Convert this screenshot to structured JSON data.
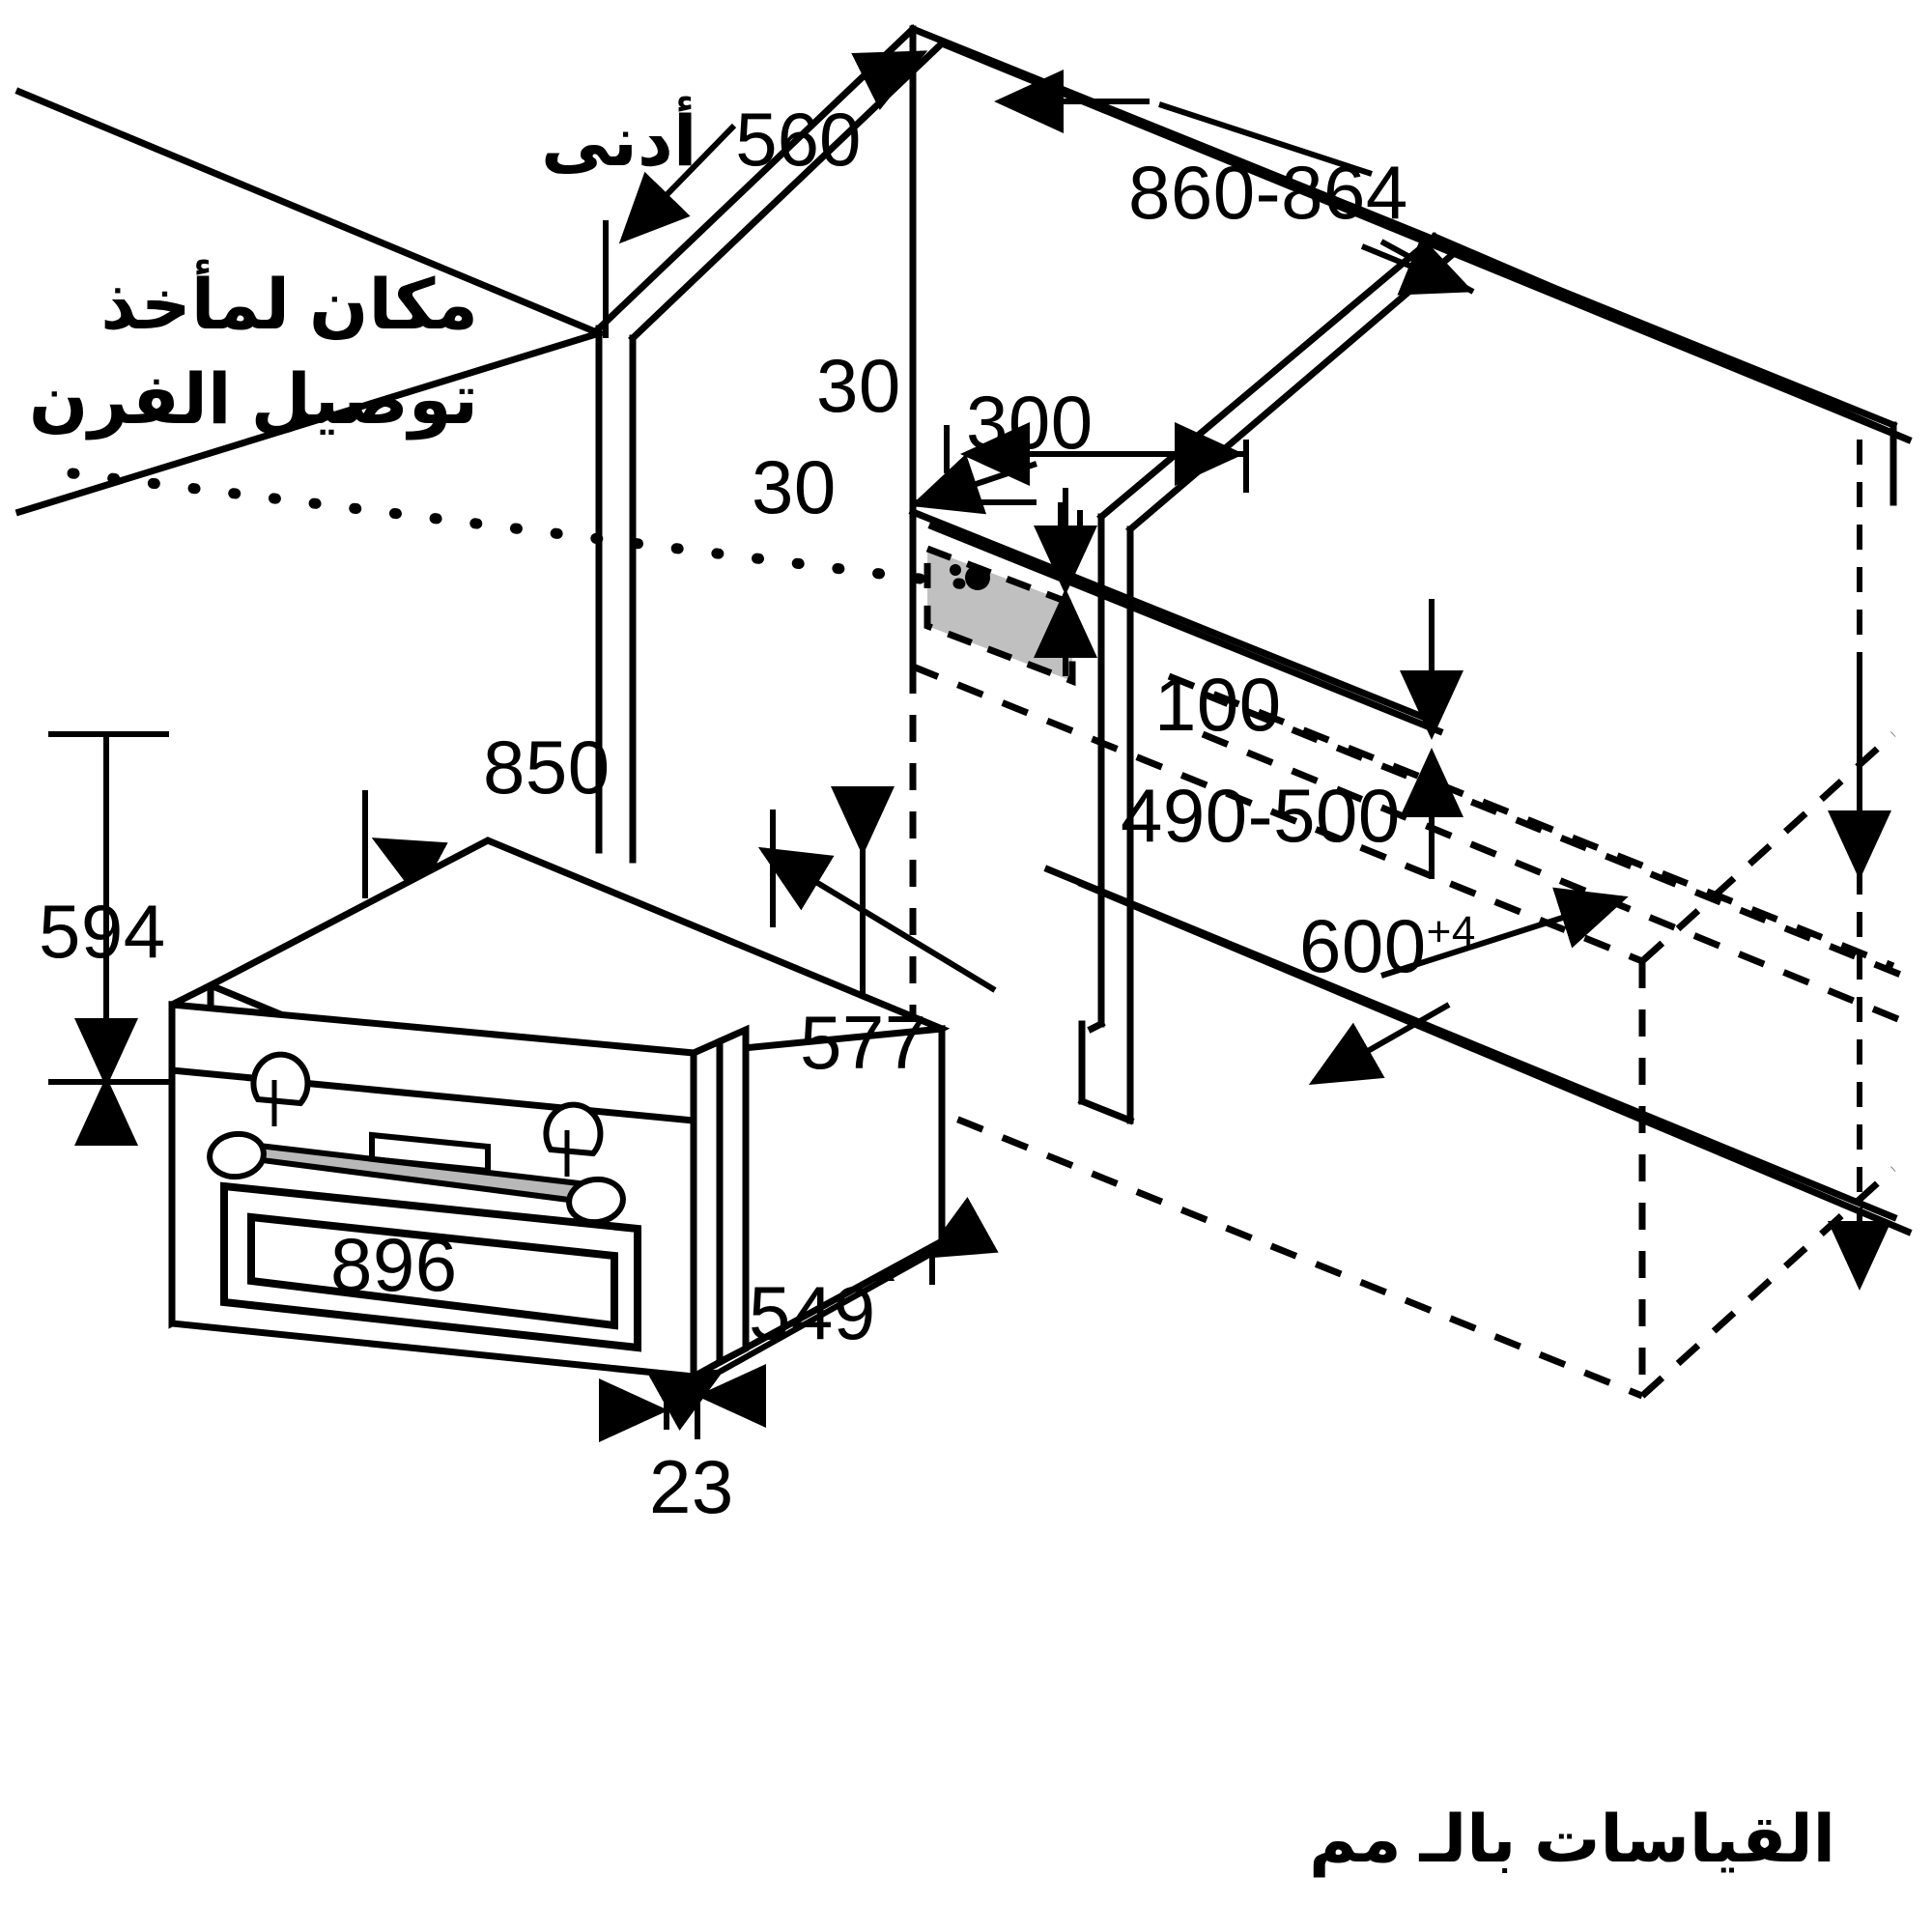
{
  "diagram": {
    "title": "Built-in oven installation dimensions",
    "units_caption": "القياسات بالـ مم",
    "socket_note_line1": "مكان لمأخذ",
    "socket_note_line2": "توصيل الفرن",
    "min_word": "أدنى",
    "colors": {
      "line": "#000000",
      "background": "#ffffff",
      "socket_fill": "#c0c0c0",
      "handle_fill": "#b8b8b8"
    }
  },
  "dimensions": {
    "niche_width_min": "560",
    "niche_height_range": "860-864",
    "socket_offset_top": "30",
    "socket_offset_side": "30",
    "socket_zone_width": "300",
    "socket_zone_height": "100",
    "niche_depth_range": "490-500",
    "niche_opening_width": "600",
    "niche_opening_tolerance": "+4",
    "oven_front_width": "850",
    "oven_overall_height": "594",
    "oven_body_height": "577",
    "oven_overall_width": "896",
    "oven_depth": "549",
    "oven_frame_thickness": "23"
  }
}
